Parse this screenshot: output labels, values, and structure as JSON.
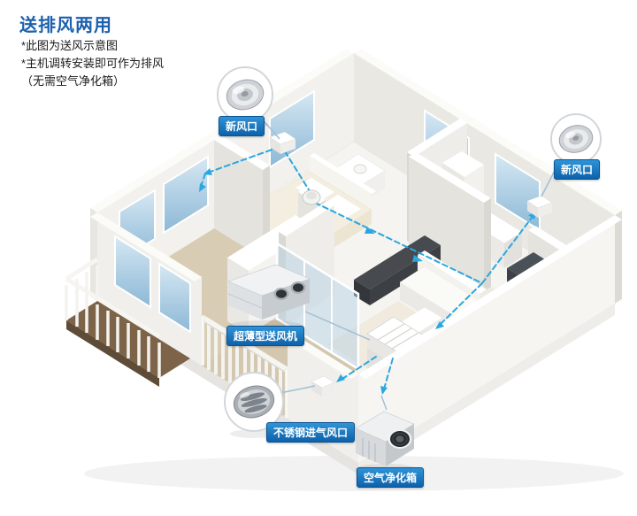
{
  "header": {
    "title": "送排风两用",
    "notes": [
      "*此图为送风示意图",
      "*主机调转安装即可作为排风",
      "（无需空气净化箱）"
    ]
  },
  "callouts": [
    {
      "id": "fresh-air-left",
      "label": "新风口",
      "image": "round-ceiling-vent"
    },
    {
      "id": "fresh-air-right",
      "label": "新风口",
      "image": "round-ceiling-vent"
    },
    {
      "id": "supply-fan",
      "label": "超薄型送风机",
      "image": "slim-duct-fan"
    },
    {
      "id": "stainless-intake",
      "label": "不锈钢进气风口",
      "image": "stainless-louver-vent"
    },
    {
      "id": "air-purifier",
      "label": "空气净化箱",
      "image": "purifier-box-fan"
    }
  ],
  "colors": {
    "title_blue": "#1b5fae",
    "label_bg": "#1176c4",
    "duct_blue": "#2ba7e0"
  }
}
